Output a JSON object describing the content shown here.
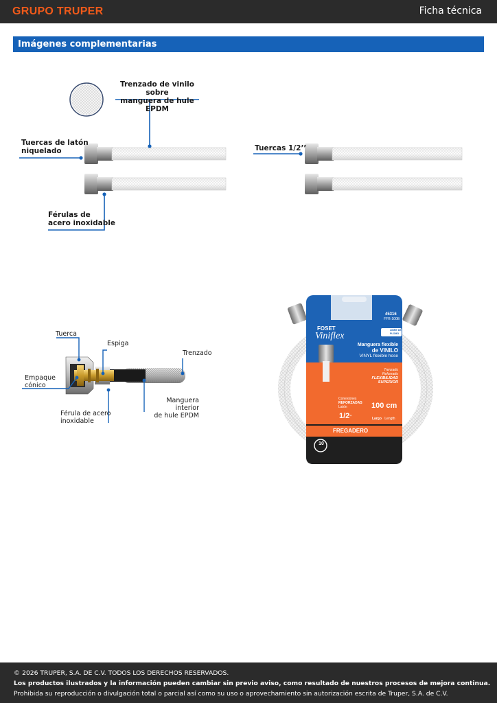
{
  "header": {
    "brand": "GRUPO TRUPER",
    "doc_type": "Ficha técnica"
  },
  "section": {
    "title": "Imágenes complementarias"
  },
  "diagram1": {
    "label_braid_line1": "Trenzado de vinilo sobre",
    "label_braid_line2": "manguera de hule EPDM",
    "label_nuts_line1": "Tuercas de latón",
    "label_nuts_line2": "niquelado",
    "label_ferrules_line1": "Férulas de",
    "label_ferrules_line2": "acero inoxidable"
  },
  "diagram2": {
    "label_nuts": "Tuercas 1/2’’"
  },
  "diagram3": {
    "label_nut": "Tuerca",
    "label_spigot": "Espiga",
    "label_braid": "Trenzado",
    "label_gasket_line1": "Empaque",
    "label_gasket_line2": "cónico",
    "label_ferrule_line1": "Férula de acero",
    "label_ferrule_line2": "inoxidable",
    "label_inner_line1": "Manguera interior",
    "label_inner_line2": "de hule EPDM"
  },
  "package": {
    "brand": "FOSET",
    "product_line": "Viniflex",
    "code": "45316",
    "model": "FFR-100B",
    "badge_line1": "LIBRE DE",
    "badge_line2": "PLOMO",
    "desc_line1": "Manguera flexible",
    "desc_line2": "de VINILO",
    "desc_line3": "VINYL flexible hose",
    "feature_line1": "Trenzado",
    "feature_line2": "Reforzado",
    "feature_line3": "FLEXIBILIDAD",
    "feature_line4": "SUPERIOR",
    "spec_line1": "Conexiones",
    "spec_line2": "REFORZADAS",
    "spec_line3": "Latón",
    "size": "1/2",
    "length": "100 cm",
    "length_label": "Largo",
    "length_label_en": "Length",
    "use": "FREGADERO",
    "warranty": "10"
  },
  "footer": {
    "copyright": "© 2026 TRUPER, S.A. DE C.V. TODOS LOS DERECHOS RESERVADOS.",
    "notice": "Los productos ilustrados y la información pueden cambiar sin previo aviso, como resultado de nuestros procesos de mejora continua.",
    "prohibition": "Prohibida su reproducción o divulgación total o parcial así como su uso o aprovechamiento sin autorización escrita de Truper, S.A. de C.V."
  },
  "colors": {
    "accent_blue": "#1662b8",
    "brand_orange": "#f05a1a",
    "dark_bar": "#2b2b2b"
  }
}
